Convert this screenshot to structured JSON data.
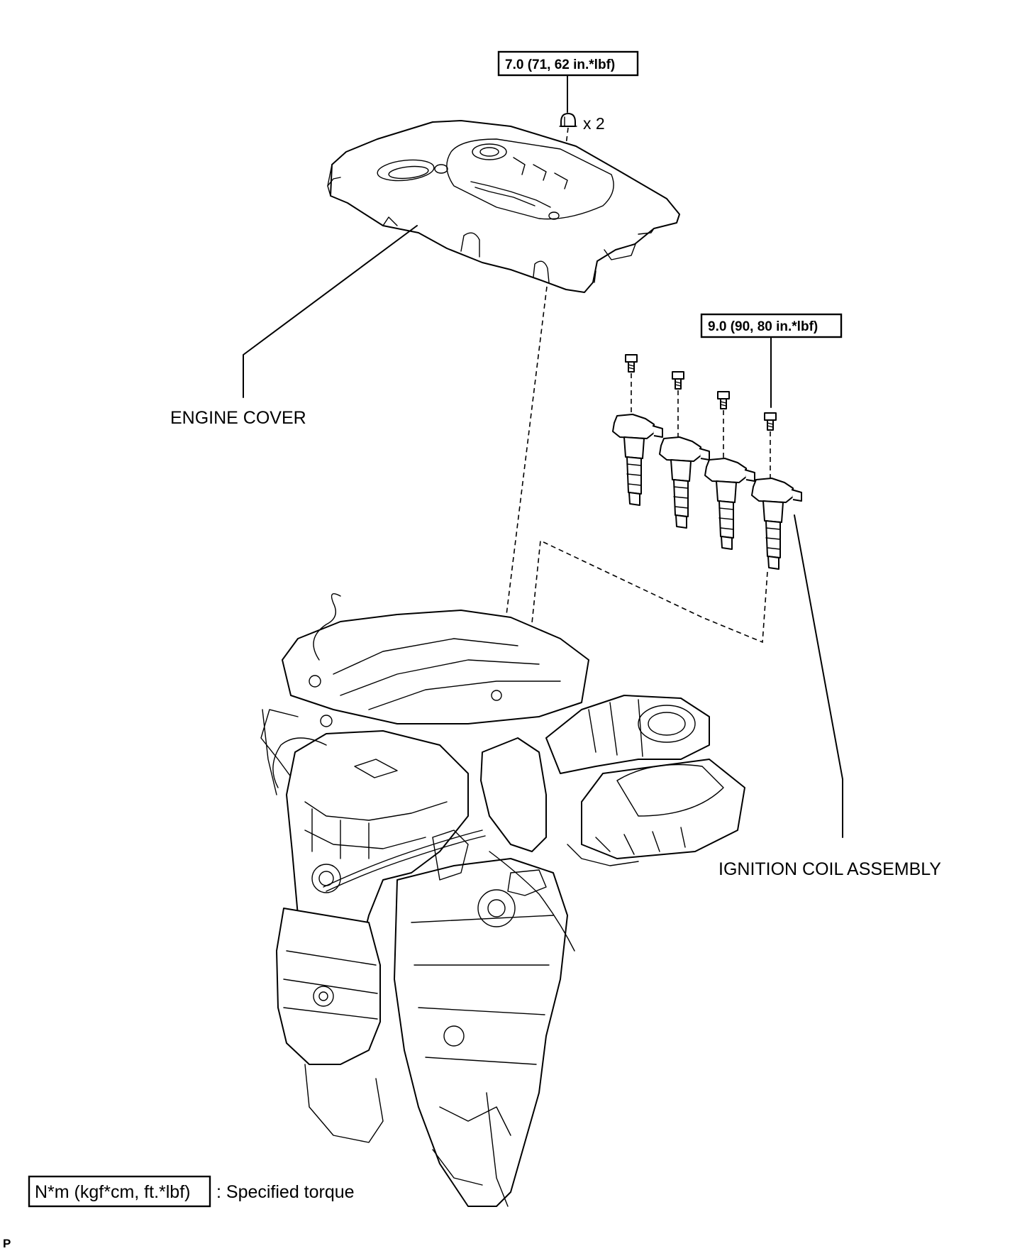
{
  "callouts": {
    "cover_nut_torque": "7.0 (71, 62 in.*lbf)",
    "nut_quantity": "x 2",
    "coil_bolt_torque": "9.0 (90, 80 in.*lbf)"
  },
  "labels": {
    "engine_cover": "ENGINE COVER",
    "ignition_coil_assembly": "IGNITION COIL ASSEMBLY"
  },
  "legend": {
    "unit_box": "N*m (kgf*cm, ft.*lbf)",
    "description": ": Specified torque"
  },
  "corner_mark": "P"
}
